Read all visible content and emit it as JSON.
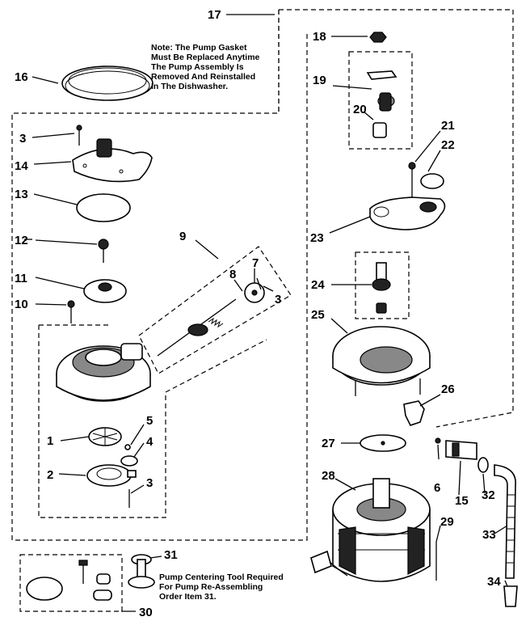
{
  "note_pump_gasket": [
    "Note: The Pump Gasket",
    "Must Be Replaced Anytime",
    "The Pump Assembly Is",
    "Removed And Reinstalled",
    "In The Dishwasher."
  ],
  "note_centering_tool": [
    "Pump Centering Tool Required",
    "For Pump Re-Assembling",
    "Order Item 31."
  ],
  "part_labels": {
    "p1": "1",
    "p2": "2",
    "p3a": "3",
    "p3b": "3",
    "p3c": "3",
    "p4": "4",
    "p5": "5",
    "p6": "6",
    "p7": "7",
    "p8": "8",
    "p9": "9",
    "p10": "10",
    "p11": "11",
    "p12": "12",
    "p13": "13",
    "p14": "14",
    "p15": "15",
    "p16": "16",
    "p17": "17",
    "p18": "18",
    "p19": "19",
    "p20": "20",
    "p21": "21",
    "p22": "22",
    "p23": "23",
    "p24": "24",
    "p25": "25",
    "p26": "26",
    "p27": "27",
    "p28": "28",
    "p29": "29",
    "p30": "30",
    "p31": "31",
    "p32": "32",
    "p33": "33",
    "p34": "34"
  }
}
